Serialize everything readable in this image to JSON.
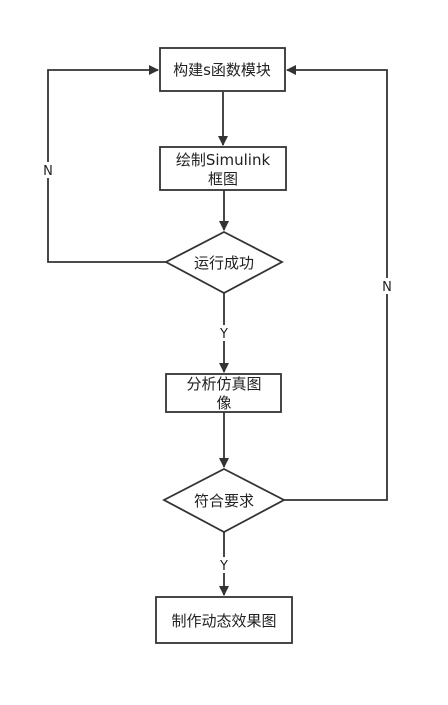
{
  "nodes": {
    "build_sfunction": "构建s函数模块",
    "draw_simulink_line1": "绘制Simulink",
    "draw_simulink_line2": "框图",
    "run_success": "运行成功",
    "analyze_line1": "分析仿真图",
    "analyze_line2": "像",
    "meets_requirements": "符合要求",
    "make_dynamic": "制作动态效果图"
  },
  "edges": {
    "run_no": "N",
    "run_yes": "Y",
    "req_no": "N",
    "req_yes": "Y"
  },
  "colors": {
    "stroke": "#333333",
    "text": "#222222",
    "background": "#ffffff"
  }
}
